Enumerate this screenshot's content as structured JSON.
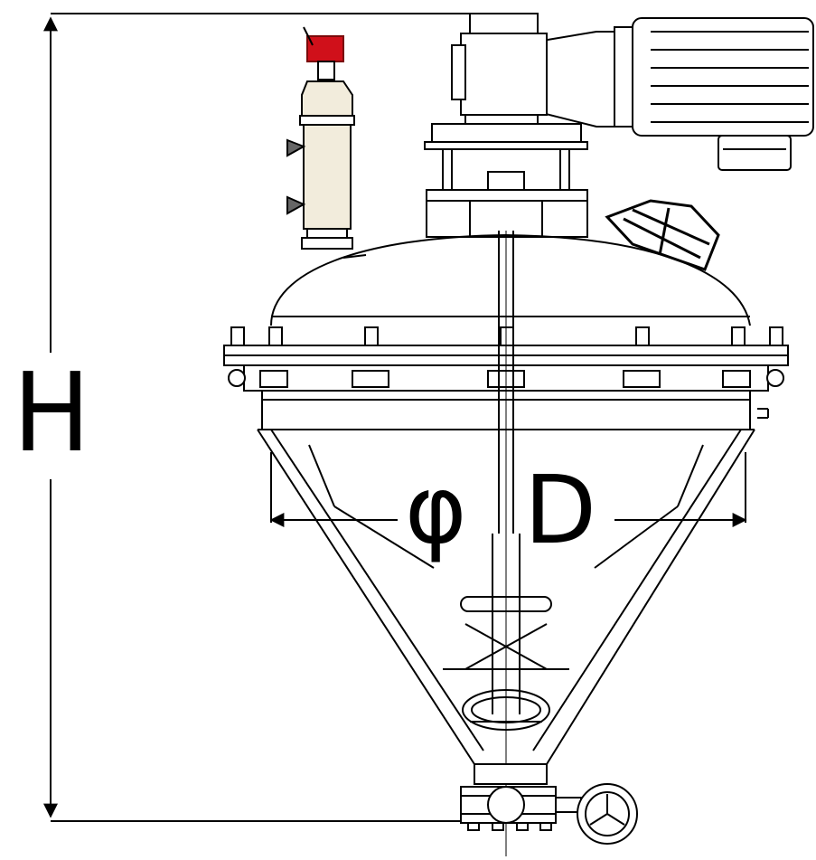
{
  "labels": {
    "height_dimension": "H",
    "diameter_symbol": "φ",
    "diameter_letter": "D"
  },
  "colors": {
    "line": "#000000",
    "background": "#ffffff",
    "valve_accent": "#d0101a",
    "filter_body": "#f2ecdc",
    "motor_body": "#ffffff"
  },
  "components": [
    "gear-motor",
    "reducer",
    "drive-support-frame",
    "vent-filter-with-valve",
    "inspection-port",
    "domed-top-cover",
    "bolted-flange-ring",
    "conical-vessel-body",
    "screw-shaft",
    "discharge-valve",
    "actuator-wheel"
  ]
}
